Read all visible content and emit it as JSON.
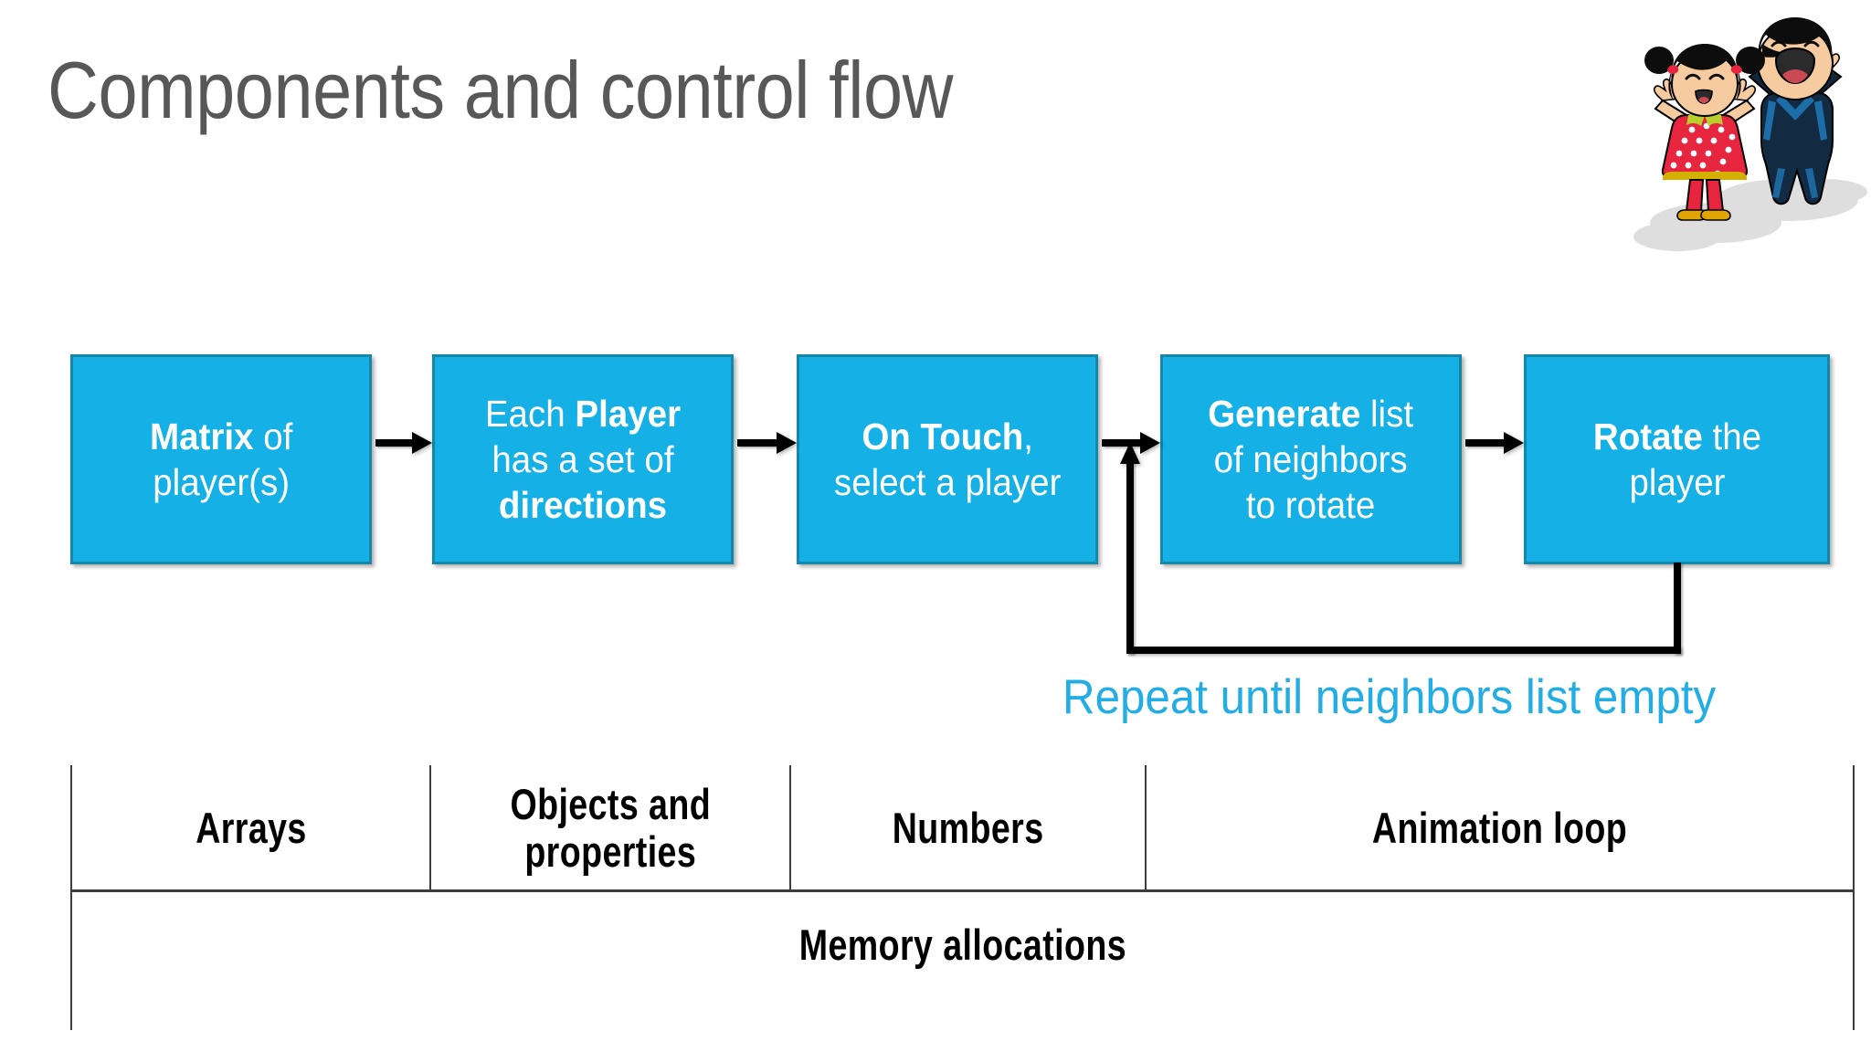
{
  "slide": {
    "title": "Components and control flow",
    "title_color": "#585858",
    "background": "#ffffff"
  },
  "clipart": {
    "name": "two-jumping-children",
    "description": "Cartoon girl in red polka-dot dress with pigtails and boy in dark navy outfit, arms raised, with gray shadows"
  },
  "flow": {
    "accent_color": "#15B0E6",
    "border_color": "#1687A8",
    "boxes": [
      {
        "id": "matrix",
        "bold": "Matrix",
        "rest": " of",
        "line2": "player(s)",
        "line3": ""
      },
      {
        "id": "player",
        "bold": "Player",
        "pre": "Each ",
        "line2": "has a set of",
        "line3": "directions"
      },
      {
        "id": "on-touch",
        "bold": "On Touch",
        "rest": ",",
        "line2": "select a player",
        "line3": ""
      },
      {
        "id": "generate",
        "bold": "Generate",
        "rest": " list",
        "line2": "of neighbors",
        "line3": "to rotate"
      },
      {
        "id": "rotate",
        "bold": "Rotate",
        "rest": " the",
        "line2": "player",
        "line3": ""
      }
    ],
    "loop_caption": "Repeat until neighbors list empty",
    "loop_caption_color": "#22AEE5",
    "arrow_color": "#000000"
  },
  "table": {
    "columns": [
      "Arrays",
      "Objects and\nproperties",
      "Numbers",
      "Animation loop"
    ],
    "col_arrays": "Arrays",
    "col_objects_line1": "Objects and",
    "col_objects_line2": "properties",
    "col_numbers": "Numbers",
    "col_animation_loop": "Animation loop",
    "footer": "Memory allocations",
    "border_color": "#3d3d3d"
  }
}
